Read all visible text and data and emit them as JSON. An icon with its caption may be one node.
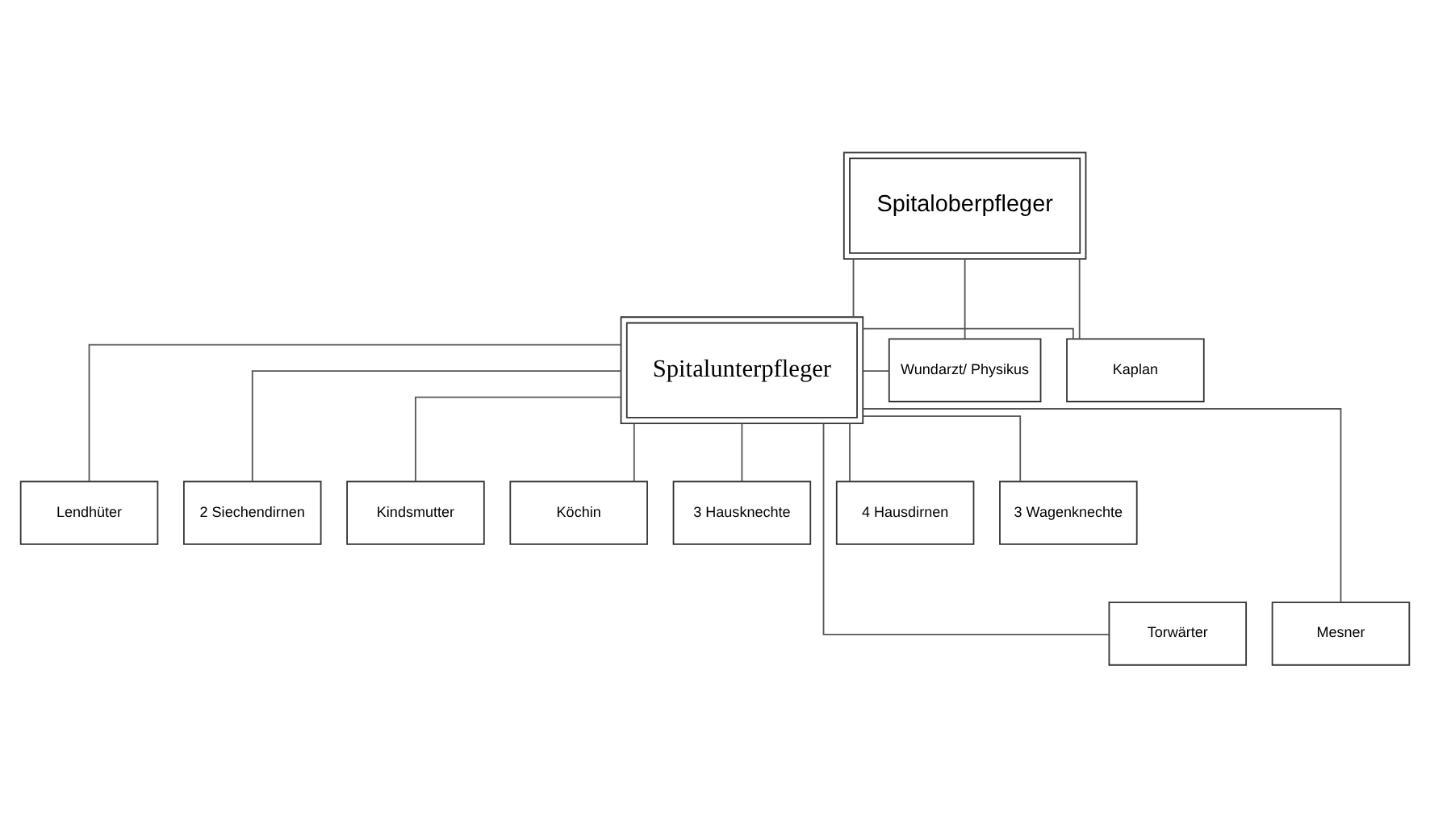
{
  "diagram": {
    "nodes": [
      {
        "text": [
          "Spitaloberpfleger"
        ]
      },
      {
        "text": [
          "Kaplan"
        ]
      },
      {
        "text": [
          "Spitalunterpfleger"
        ]
      },
      {
        "text": [
          "Wundarzt/ Physikus"
        ]
      },
      {
        "text": [
          "Lendhüter"
        ]
      },
      {
        "text": [
          "2 Siechendirnen"
        ]
      },
      {
        "text": [
          "Kindsmutter"
        ]
      },
      {
        "text": [
          "Köchin"
        ]
      },
      {
        "text": [
          "3 Hausknechte"
        ]
      },
      {
        "text": [
          "4 Hausdirnen"
        ]
      },
      {
        "text": [
          "3 Wagenknechte"
        ]
      },
      {
        "text": [
          "Torwärter"
        ]
      },
      {
        "text": [
          "Mesner"
        ]
      }
    ],
    "edges": [
      {
        "from": 0,
        "to": 1,
        "arrow": "none"
      },
      {
        "from": 0,
        "to": 3,
        "arrow": "none"
      },
      {
        "from": 0,
        "to": 2,
        "arrow": "none"
      },
      {
        "from": 2,
        "to": 1,
        "arrow": "none"
      },
      {
        "from": 2,
        "to": 3,
        "arrow": "none"
      },
      {
        "from": 2,
        "to": 4,
        "arrow": "none"
      },
      {
        "from": 2,
        "to": 5,
        "arrow": "none"
      },
      {
        "from": 2,
        "to": 6,
        "arrow": "none"
      },
      {
        "from": 2,
        "to": 7,
        "arrow": "none"
      },
      {
        "from": 2,
        "to": 8,
        "arrow": "none"
      },
      {
        "from": 2,
        "to": 9,
        "arrow": "none"
      },
      {
        "from": 2,
        "to": 10,
        "arrow": "none"
      },
      {
        "from": 2,
        "to": 11,
        "arrow": "none"
      },
      {
        "from": 2,
        "to": 12,
        "arrow": "none"
      }
    ]
  }
}
